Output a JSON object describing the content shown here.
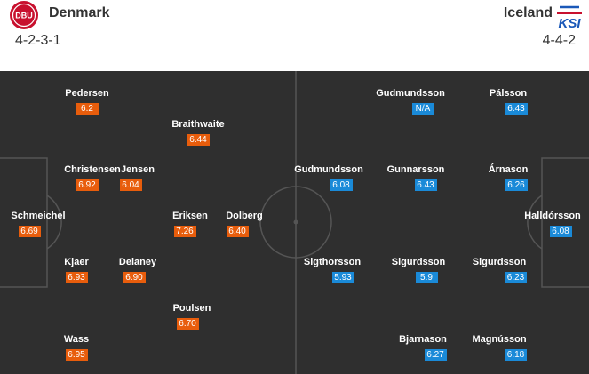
{
  "home": {
    "name": "Denmark",
    "formation": "4-2-3-1",
    "crest_text": "DBU",
    "color": "#e85d0c",
    "players": [
      {
        "name": "Pedersen",
        "rating": "6.2"
      },
      {
        "name": "Braithwaite",
        "rating": "6.44"
      },
      {
        "name": "Christensen",
        "rating": "6.92"
      },
      {
        "name": "Jensen",
        "rating": "6.04"
      },
      {
        "name": "Schmeichel",
        "rating": "6.69"
      },
      {
        "name": "Eriksen",
        "rating": "7.26"
      },
      {
        "name": "Dolberg",
        "rating": "6.40"
      },
      {
        "name": "Kjaer",
        "rating": "6.93"
      },
      {
        "name": "Delaney",
        "rating": "6.90"
      },
      {
        "name": "Poulsen",
        "rating": "6.70"
      },
      {
        "name": "Wass",
        "rating": "6.95"
      }
    ]
  },
  "away": {
    "name": "Iceland",
    "formation": "4-4-2",
    "crest_text": "KSI",
    "color": "#1a8ad8",
    "players": [
      {
        "name": "Gudmundsson",
        "rating": "N/A"
      },
      {
        "name": "Pálsson",
        "rating": "6.43"
      },
      {
        "name": "Gudmundsson",
        "rating": "6.08"
      },
      {
        "name": "Gunnarsson",
        "rating": "6.43"
      },
      {
        "name": "Árnason",
        "rating": "6.26"
      },
      {
        "name": "Halldórsson",
        "rating": "6.08"
      },
      {
        "name": "Sigthorsson",
        "rating": "5.93"
      },
      {
        "name": "Sigurdsson",
        "rating": "5.9"
      },
      {
        "name": "Sigurdsson",
        "rating": "6.23"
      },
      {
        "name": "Bjarnason",
        "rating": "6.27"
      },
      {
        "name": "Magnússon",
        "rating": "6.18"
      }
    ]
  }
}
